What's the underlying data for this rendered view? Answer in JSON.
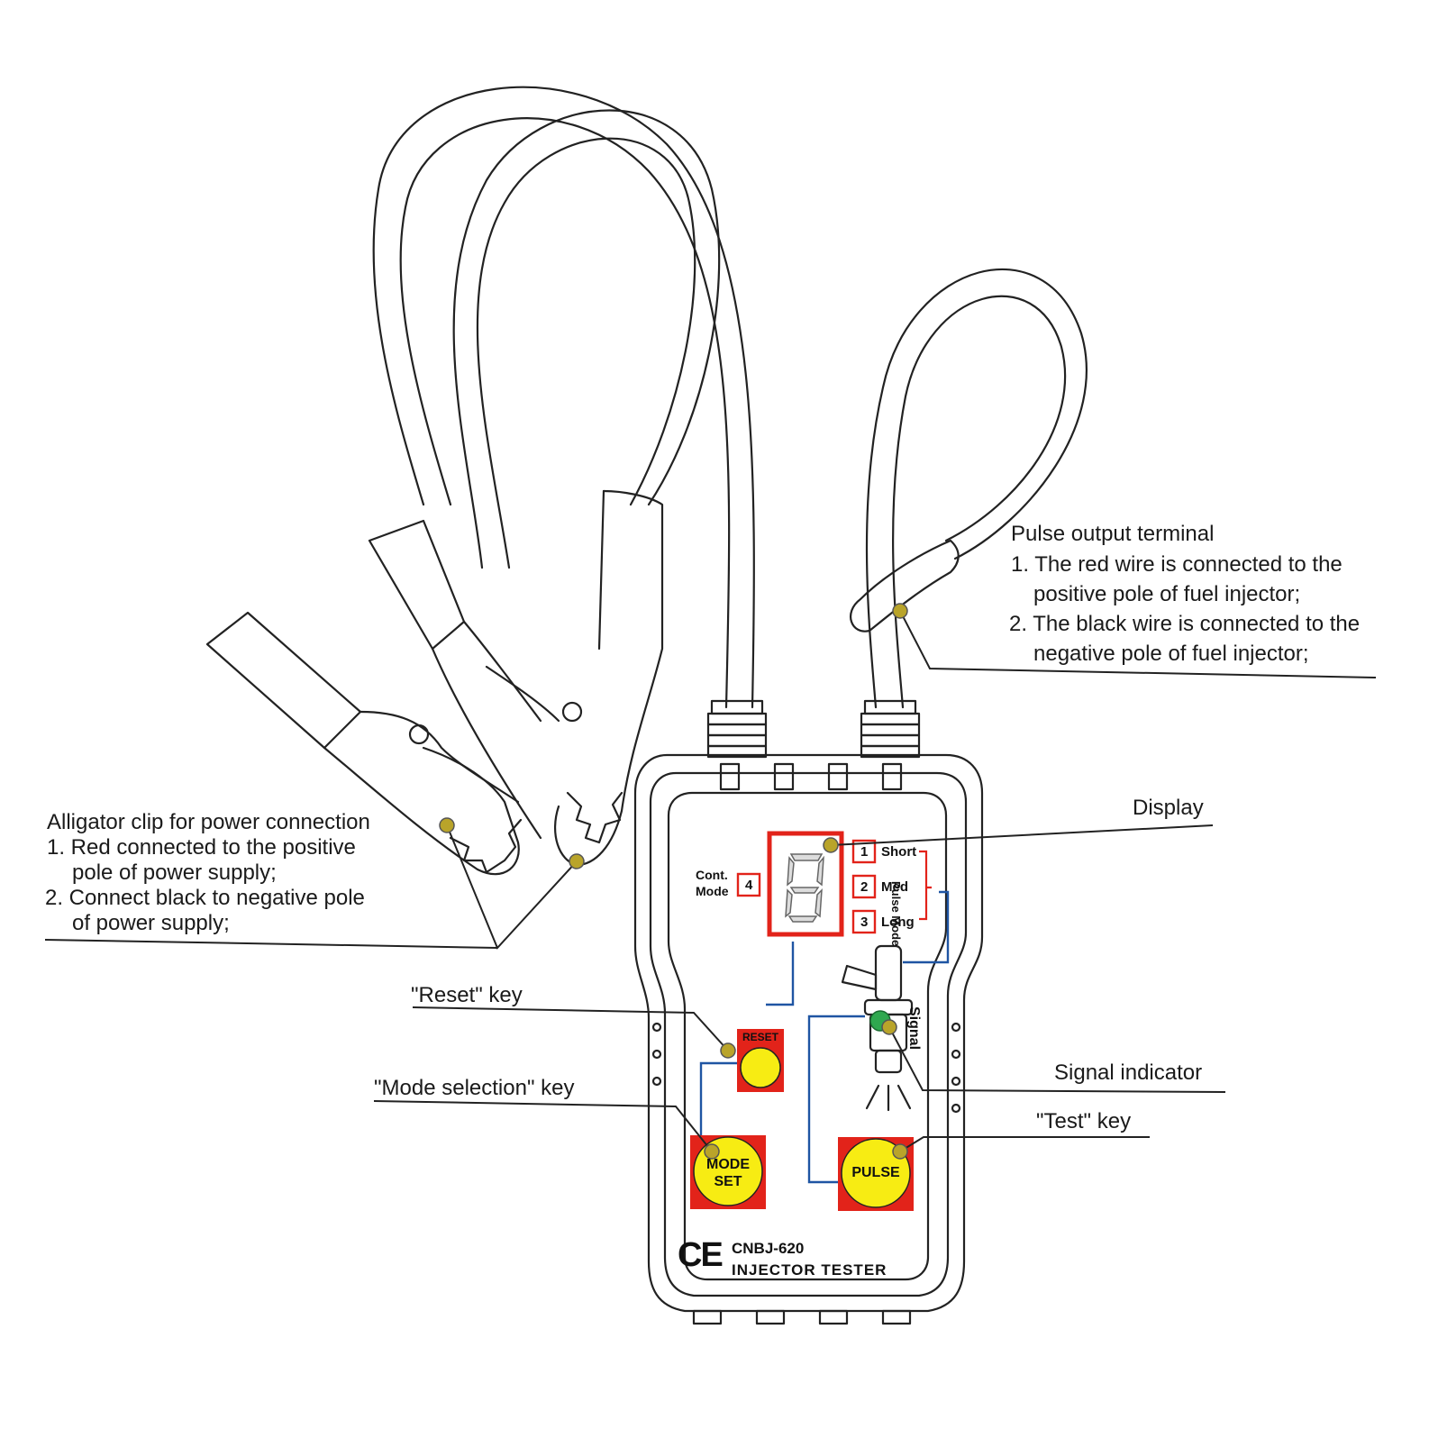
{
  "callouts": {
    "alligator": {
      "title": "Alligator clip for power connection",
      "line1": "1. Red connected to the positive",
      "line1b": "pole of power supply;",
      "line2": "2. Connect black to negative pole",
      "line2b": "of power supply;"
    },
    "pulse_output": {
      "title": "Pulse output terminal",
      "line1": "1. The red wire is connected to the",
      "line1b": "positive pole of fuel injector;",
      "line2": "2. The black wire is connected to the",
      "line2b": "negative pole of fuel injector;"
    },
    "display": "Display",
    "reset_key": "\"Reset\" key",
    "mode_key": "\"Mode selection\" key",
    "signal_indicator": "Signal indicator",
    "test_key": "\"Test\" key"
  },
  "device": {
    "modes": [
      {
        "num": "1",
        "label": "Short"
      },
      {
        "num": "2",
        "label": "Med"
      },
      {
        "num": "3",
        "label": "Long"
      }
    ],
    "cont_label_1": "Cont.",
    "cont_label_2": "Mode",
    "cont_num": "4",
    "pulse_mode_label": "Pulse Mode",
    "signal_label": "Signal",
    "reset_label": "RESET",
    "mode_set_1": "MODE",
    "mode_set_2": "SET",
    "pulse_label": "PULSE",
    "ce_mark": "CE",
    "model": "CNBJ-620",
    "product": "INJECTOR TESTER"
  },
  "colors": {
    "button_red": "#e2231a",
    "button_yellow": "#f7ec13",
    "callout_dot": "#b9a42a",
    "signal_led": "#2fa84f",
    "connector_blue": "#1f55a3"
  }
}
